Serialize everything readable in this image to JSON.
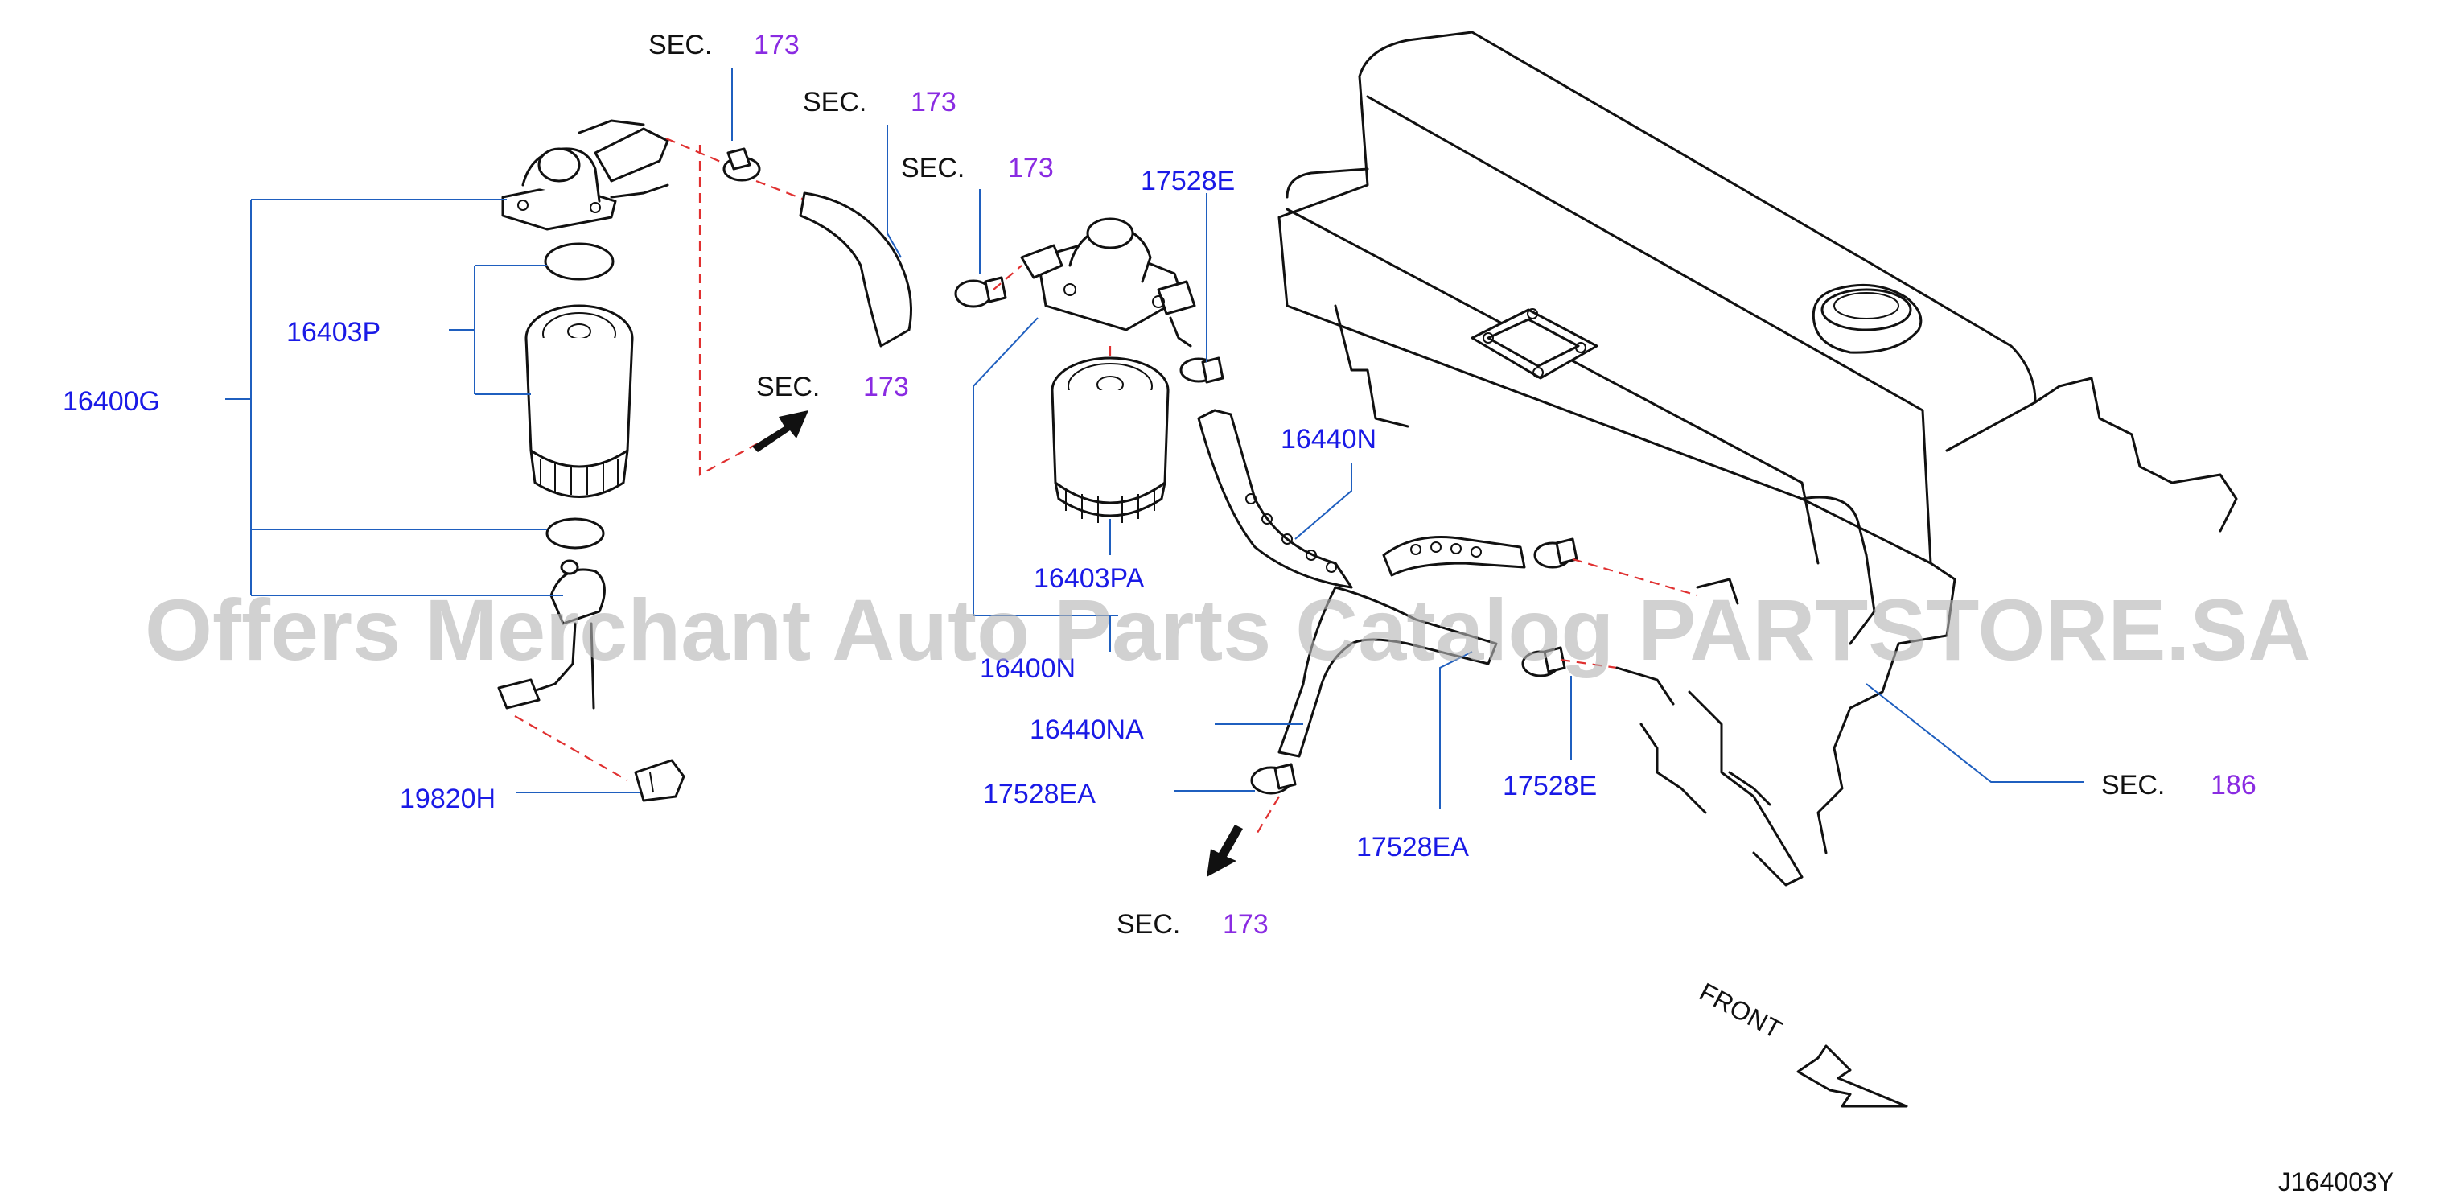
{
  "watermark": "Offers Merchant Auto Parts Catalog PARTSTORE.SA",
  "diagram_code": "J164003Y",
  "front_label": "FRONT",
  "sec_word": "SEC.",
  "callouts": {
    "p16400G": "16400G",
    "p16403P": "16403P",
    "p19820H": "19820H",
    "p17528E_top": "17528E",
    "p16440N": "16440N",
    "p16403PA": "16403PA",
    "p16400N": "16400N",
    "p16440NA": "16440NA",
    "p17528EA_left": "17528EA",
    "p17528E_right": "17528E",
    "p17528EA_bottom": "17528EA"
  },
  "sections": {
    "top1": "173",
    "top2": "173",
    "top3": "173",
    "mid": "173",
    "bottom": "173",
    "right": "186"
  },
  "colors": {
    "part_label": "#1a1ae6",
    "section_number": "#8a2be2",
    "leader_line": "#1f5fbf",
    "dashed_line": "#e03030"
  }
}
